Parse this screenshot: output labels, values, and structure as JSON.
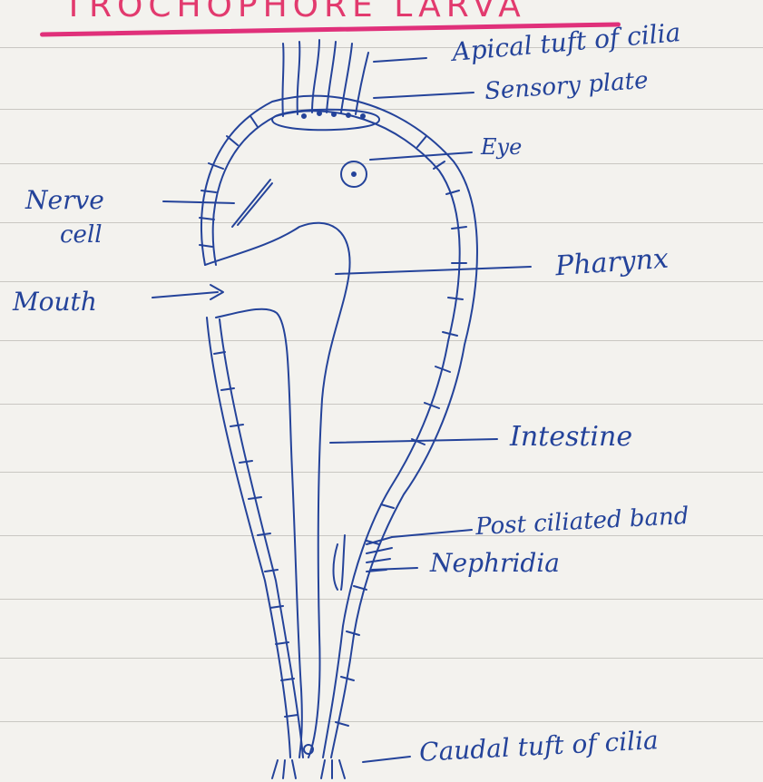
{
  "title": "TROCHOPHORE LARVA",
  "colors": {
    "ink": "#24439a",
    "title": "#e23a6e",
    "paper": "#f3f2ee"
  },
  "labels": {
    "apical_tuft": "Apical tuft of cilia",
    "sensory_plate": "Sensory plate",
    "eye": "Eye",
    "nerve_cell_line1": "Nerve",
    "nerve_cell_line2": "cell",
    "pharynx": "Pharynx",
    "mouth": "Mouth",
    "intestine": "Intestine",
    "post_ciliated_band": "Post ciliated band",
    "nephridia": "Nephridia",
    "caudal_tuft": "Caudal tuft of cilia"
  }
}
